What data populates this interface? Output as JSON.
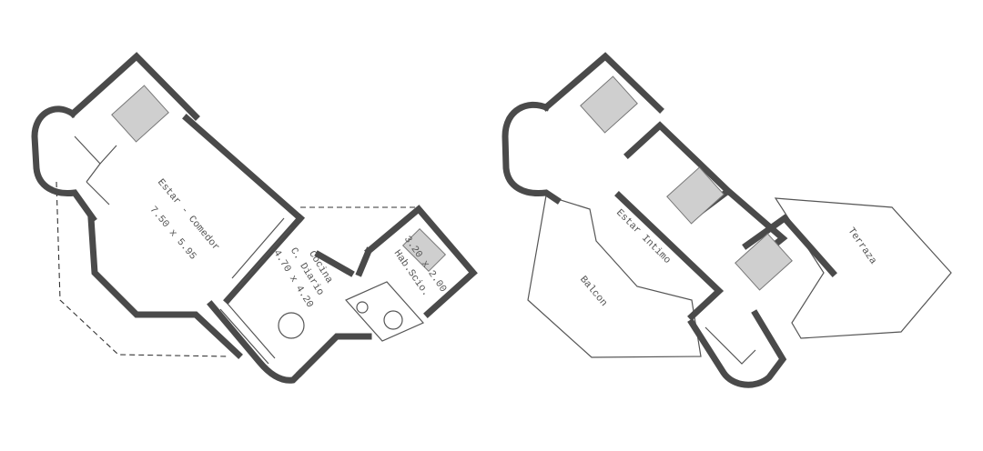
{
  "ground_floor": {
    "living_dining": {
      "name": "Estar - Comedor",
      "size": "7.50 x 5.95"
    },
    "kitchen": {
      "name": "Cocina",
      "name2": "C. Diario",
      "size": "4.70 x 4.20"
    },
    "service_room": {
      "size": "3.20 x 2.00",
      "name": "Hab.Scio."
    }
  },
  "upper_floor": {
    "family_room": {
      "name": "Estar Intimo"
    },
    "balcony": {
      "name": "Balcon"
    },
    "terrace": {
      "name": "Terraza"
    }
  },
  "colors": {
    "wall": "#4a4a4a",
    "text": "#555555"
  }
}
